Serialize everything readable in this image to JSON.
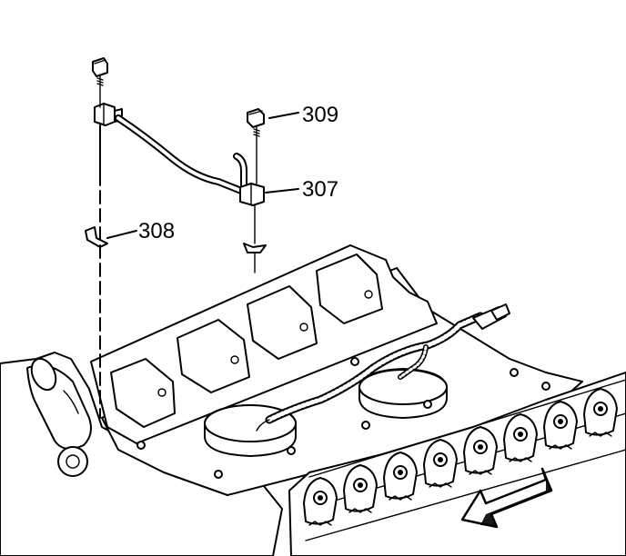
{
  "callouts": {
    "bolt": "309",
    "bracket": "307",
    "clip": "308"
  },
  "colors": {
    "ink": "#000000",
    "paper": "#ffffff"
  }
}
